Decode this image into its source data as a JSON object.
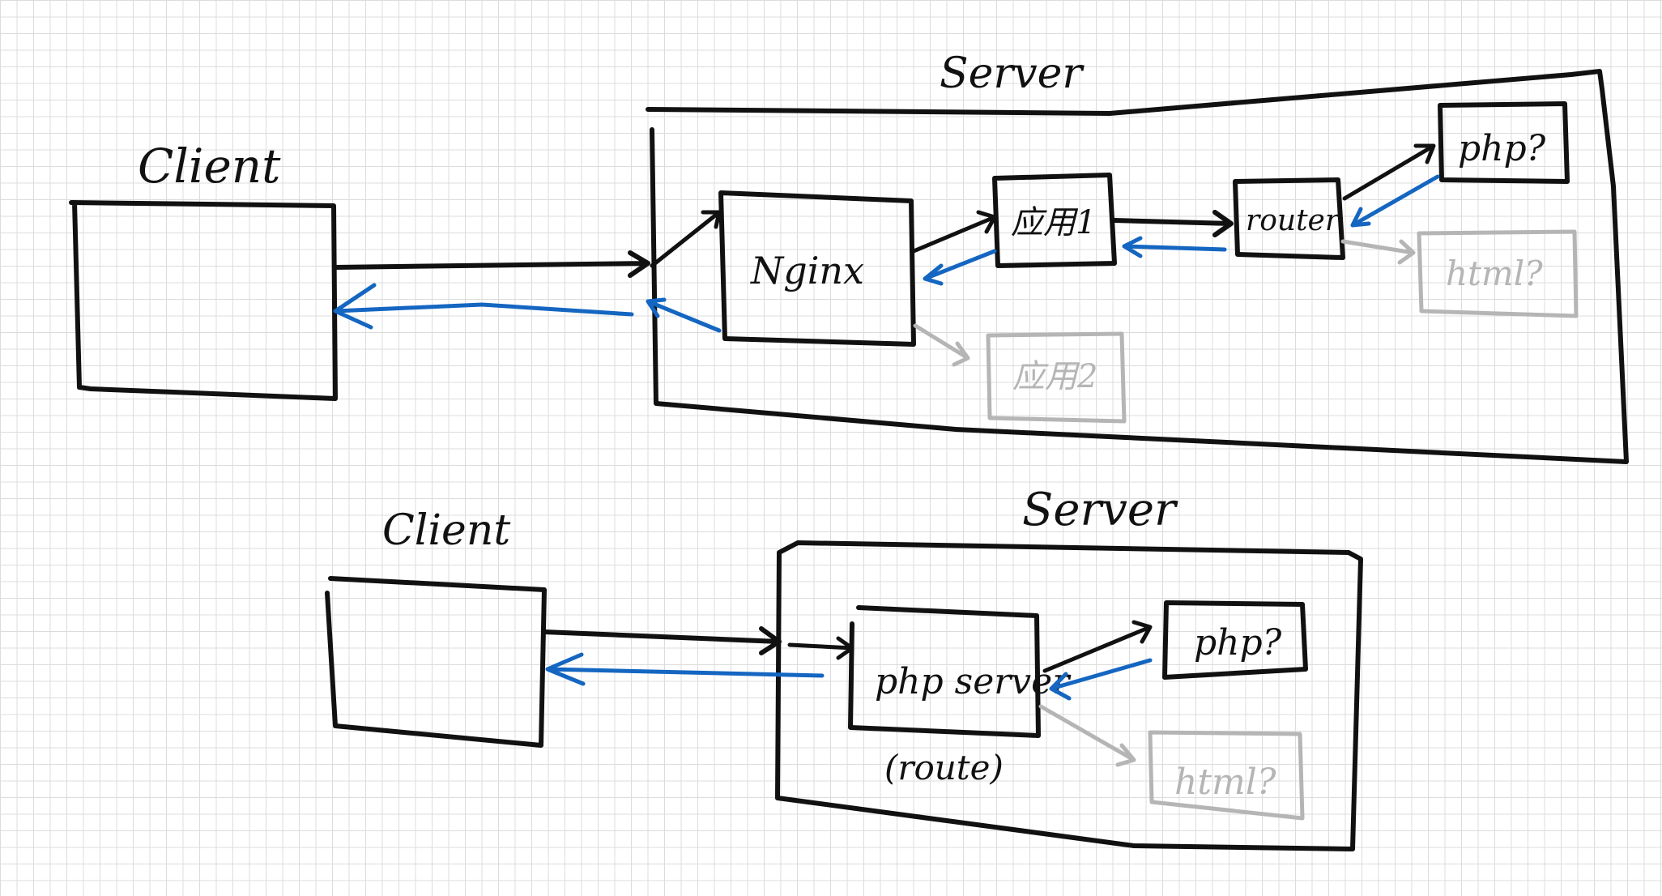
{
  "colors": {
    "ink": "#111111",
    "response": "#1466c1",
    "optional": "#b5b5b5",
    "grid": "#dcdcdc"
  },
  "top": {
    "client_label": "Client",
    "server_label": "Server",
    "nginx_label": "Nginx",
    "app1_label": "应用1",
    "app2_label": "应用2",
    "router_label": "router",
    "php_label": "php?",
    "html_label": "html?"
  },
  "bottom": {
    "client_label": "Client",
    "server_label": "Server",
    "php_server_label": "php server",
    "route_note": "(route)",
    "php_label": "php?",
    "html_label": "html?"
  }
}
